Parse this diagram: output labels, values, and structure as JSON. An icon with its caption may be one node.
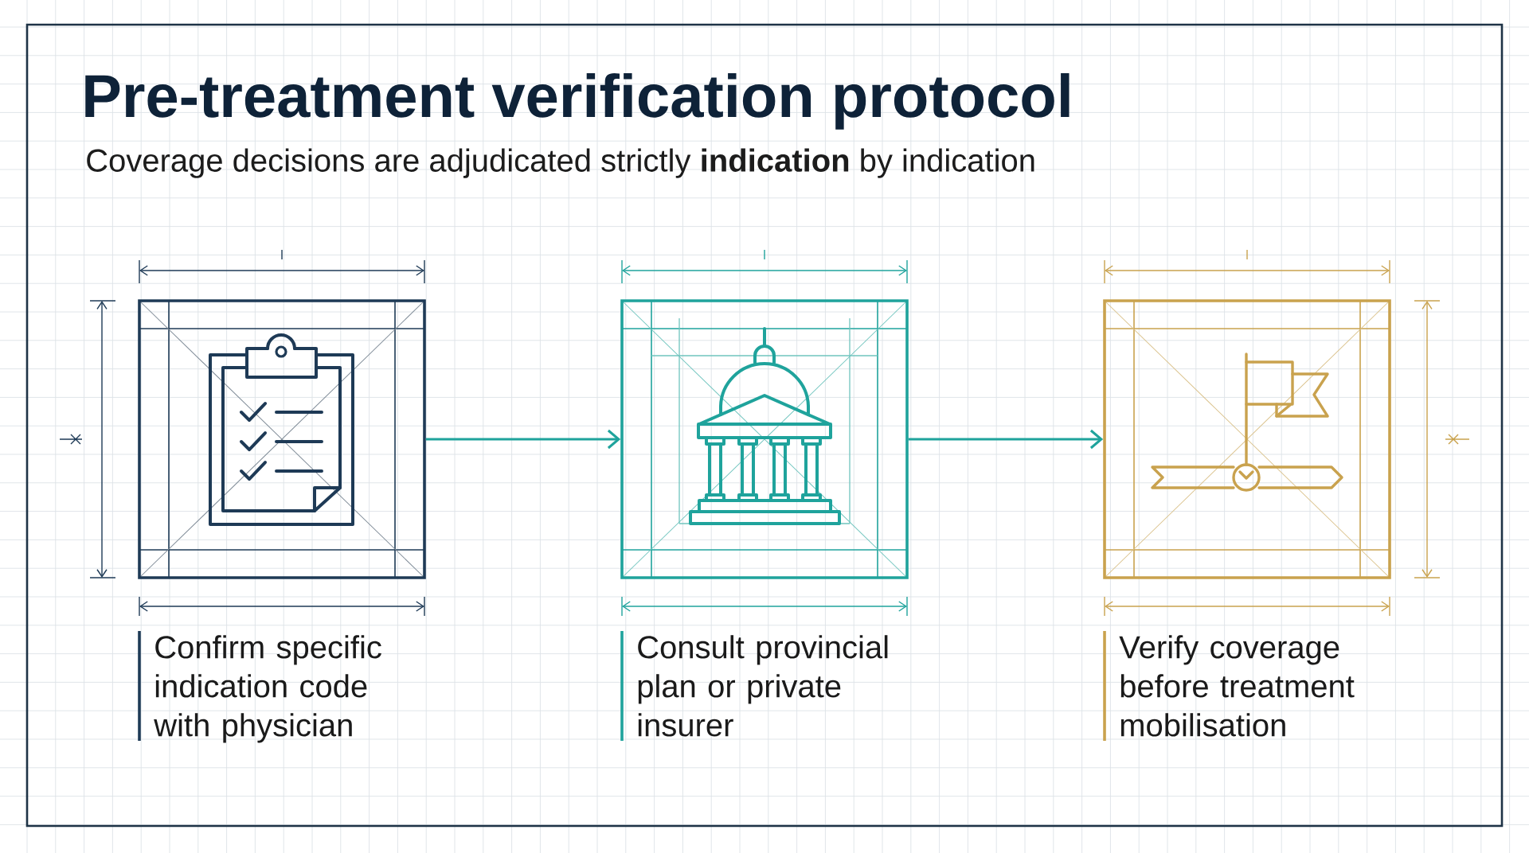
{
  "diagram": {
    "title": "Pre-treatment verification protocol",
    "nodes": [
      {
        "text": [],
        "shape": "box",
        "beside": [
          "Confirm specific indication code with physician"
        ]
      },
      {
        "text": [],
        "shape": "box",
        "beside": [
          "Consult provincial plan or private insurer"
        ]
      },
      {
        "text": [],
        "shape": "box",
        "beside": [
          "Verify coverage before treatment mobilisation"
        ]
      }
    ],
    "edges": [
      {
        "from": 0,
        "to": 1,
        "arrow": "to"
      },
      {
        "from": 1,
        "to": 2,
        "arrow": "to"
      }
    ],
    "labels": [
      "Coverage decisions are adjudicated strictly **indication** by indication"
    ]
  }
}
